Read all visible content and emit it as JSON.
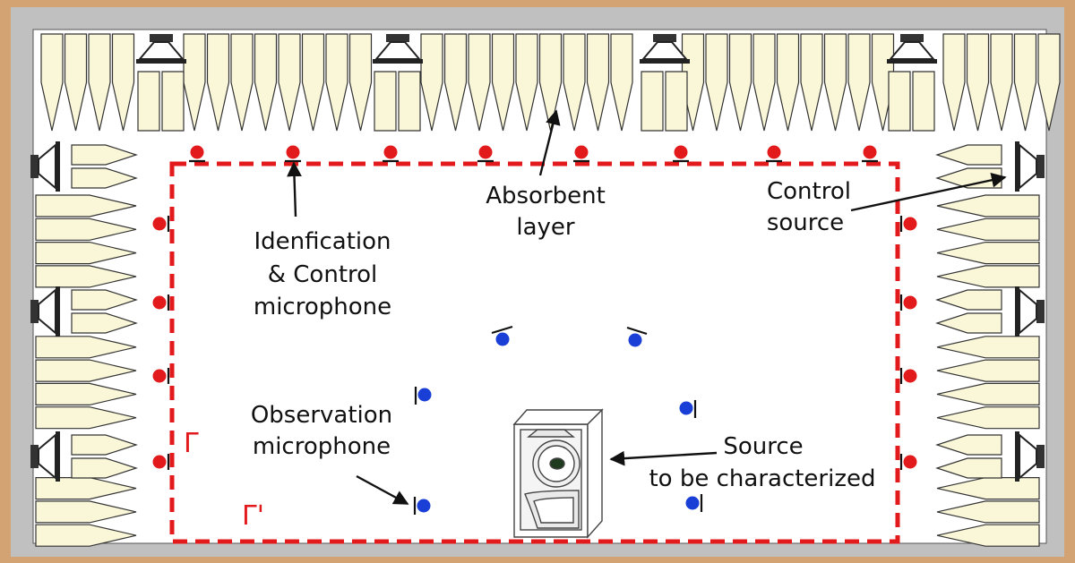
{
  "labels": {
    "absorbent_line1": "Absorbent",
    "absorbent_line2": "layer",
    "control_line1": "Control",
    "control_line2": "source",
    "ident_line1": "Idenfication",
    "ident_line2": "& Control",
    "ident_line3": "microphone",
    "obs_line1": "Observation",
    "obs_line2": "microphone",
    "src_line1": "Source",
    "src_line2": "to be characterized",
    "gamma": "Γ",
    "gamma_prime": "Γ'"
  },
  "colors": {
    "frame": "#d4a373",
    "wall": "#c0c0c0",
    "room": "#ffffff",
    "wedge_fill": "#faf7d9",
    "wedge_stroke": "#333333",
    "control_mic": "#e31a1c",
    "observation_mic": "#1a3fd6",
    "boundary": "#e31a1c",
    "text": "#111111"
  }
}
